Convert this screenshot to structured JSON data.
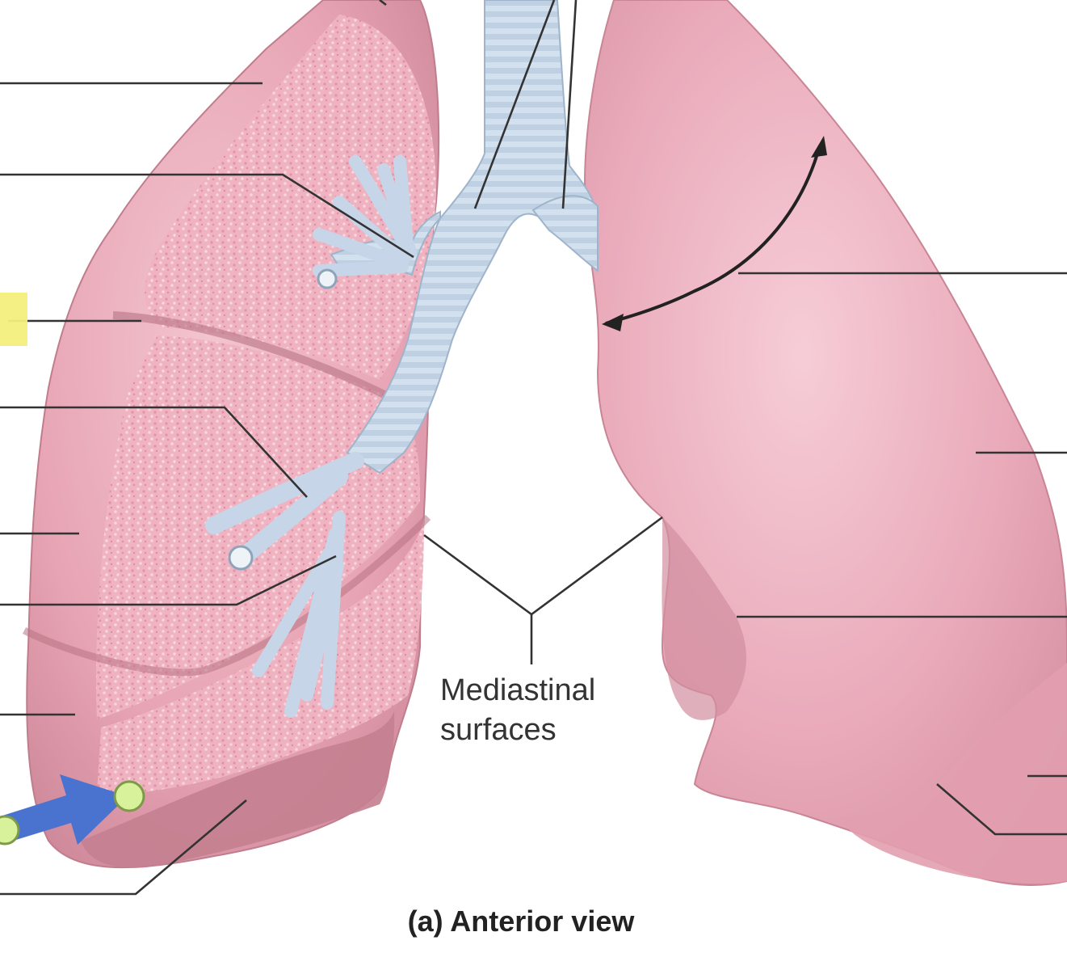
{
  "figure": {
    "caption": "(a) Anterior view",
    "labels": {
      "mediastinal_line1": "Mediastinal",
      "mediastinal_line2": "surfaces"
    }
  },
  "colors": {
    "lung_pink": "#e7a4b4",
    "lung_shadow": "#c47f90",
    "lung_cut_surface": "#efb3c1",
    "trachea_blue": "#c9d8e8",
    "highlight_yellow": "#f4ef7c",
    "pointer_arrow_blue": "#4a72cf",
    "pointer_handle_green": "#d8f19b"
  }
}
